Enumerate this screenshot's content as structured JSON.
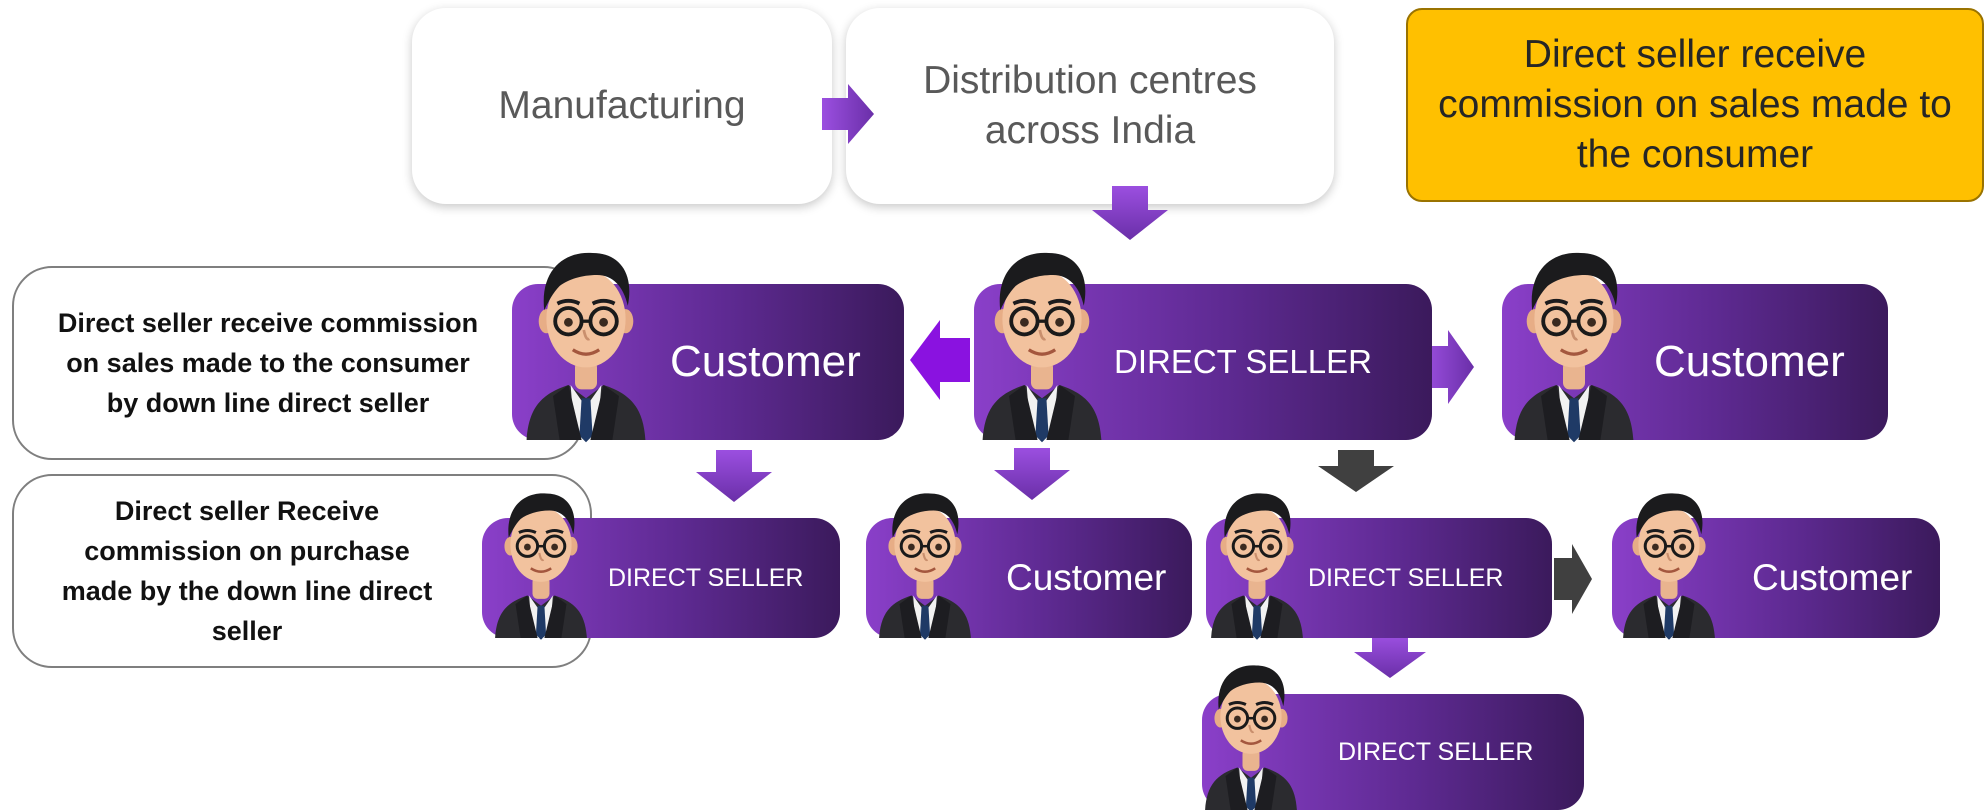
{
  "top": {
    "manufacturing": "Manufacturing",
    "distribution": "Distribution centres across India"
  },
  "callout": "Direct seller receive commission on  sales made to the consumer",
  "notes": {
    "sales": "Direct seller receive commission on sales made to the consumer by down line direct seller",
    "purchase": "Direct seller Receive commission on purchase made by the down line direct seller"
  },
  "roles": {
    "customer": "Customer",
    "direct_seller": "DIRECT SELLER"
  },
  "colors": {
    "purple_light": "#8a3fc9",
    "purple_dark": "#3b1a5c",
    "arrow_purple": "#8b3fd1",
    "arrow_gray": "#404040",
    "callout": "#ffc000"
  }
}
